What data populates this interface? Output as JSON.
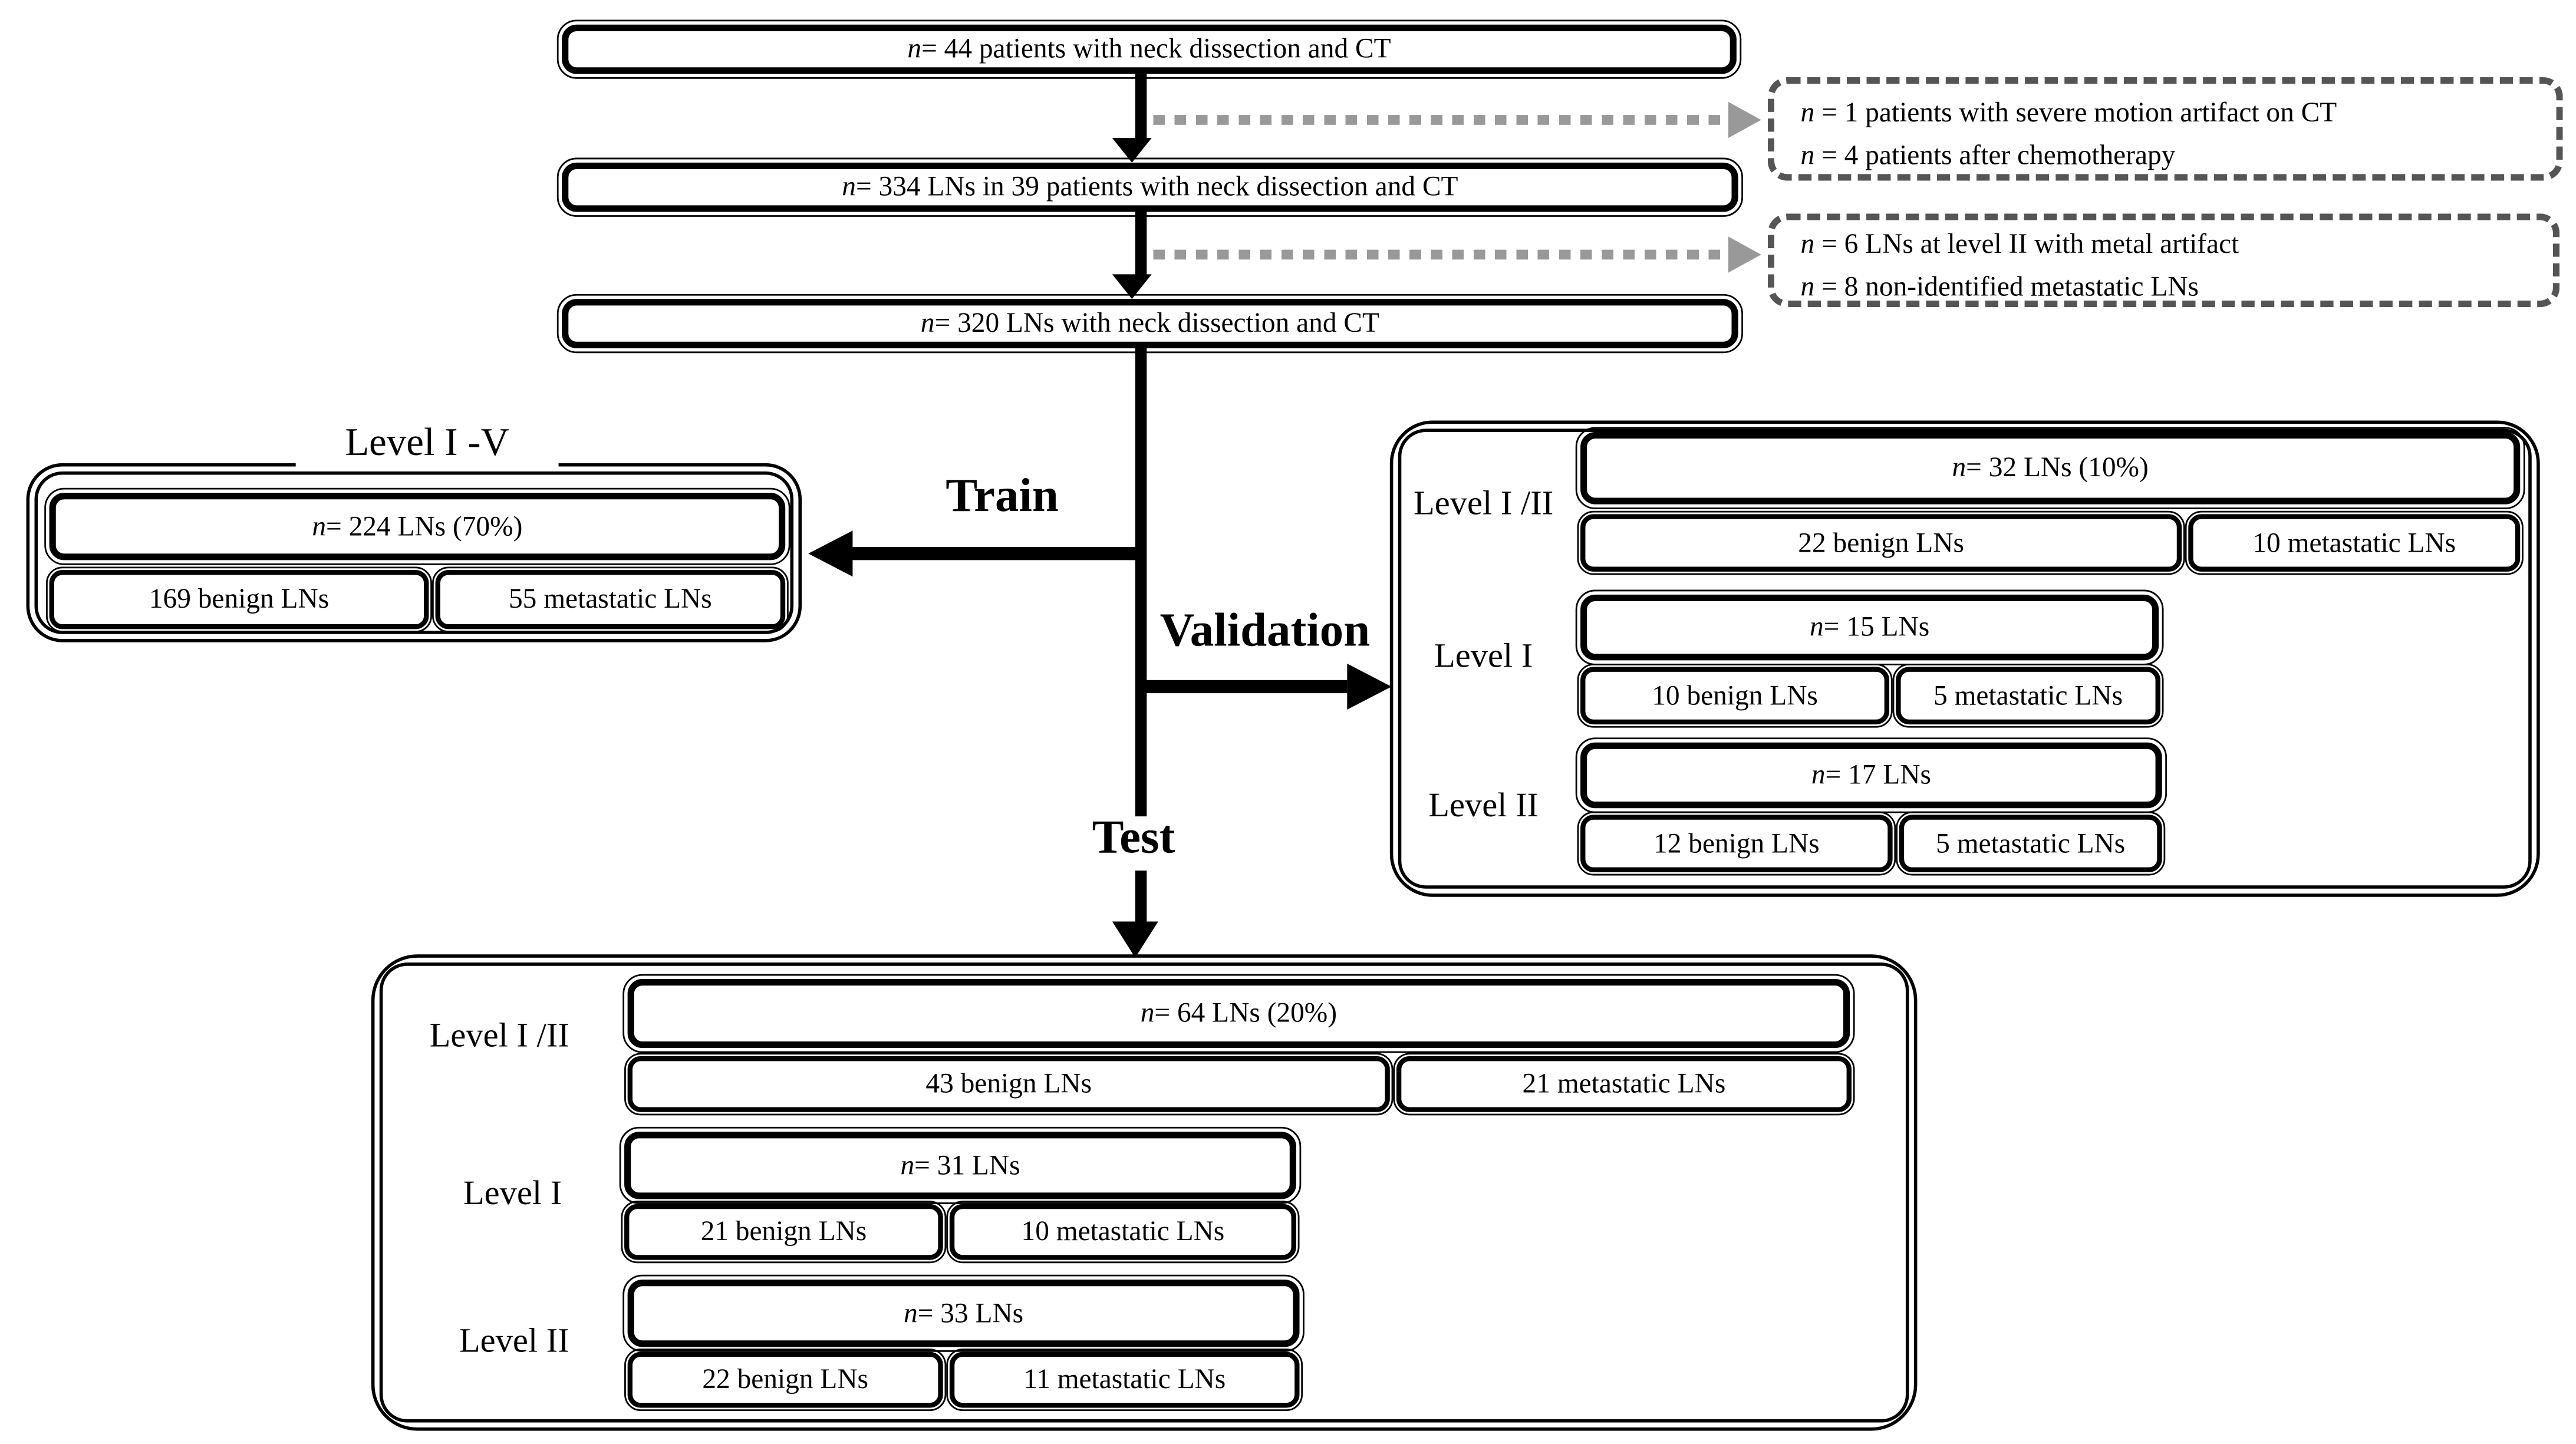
{
  "figure": {
    "colors": {
      "line": "#000000",
      "dashed_arrow": "#999999",
      "dashed_border": "#555555",
      "background": "#ffffff"
    },
    "cohort_boxes": {
      "box1": "n = 44 patients with neck dissection and CT",
      "box2": "n = 334 LNs in 39 patients with neck dissection and CT",
      "box3": "n = 320 LNs with neck dissection and CT"
    },
    "exclusions": {
      "first": {
        "line1": "n = 1 patients with severe motion artifact on CT",
        "line2": "n = 4 patients after chemotherapy"
      },
      "second": {
        "line1": "n = 6 LNs at level II with metal artifact",
        "line2": "n = 8 non-identified metastatic LNs"
      }
    },
    "branches": {
      "train": "Train",
      "validation": "Validation",
      "test": "Test"
    },
    "train_group": {
      "title": "Level I -V",
      "total": "n = 224 LNs (70%)",
      "benign": "169 benign LNs",
      "metastatic": "55 metastatic LNs"
    },
    "validation_group": {
      "rows": [
        {
          "label": "Level I /II",
          "total": "n = 32 LNs (10%)",
          "benign": "22 benign LNs",
          "metastatic": "10 metastatic LNs"
        },
        {
          "label": "Level I",
          "total": "n = 15 LNs",
          "benign": "10 benign LNs",
          "metastatic": "5 metastatic LNs"
        },
        {
          "label": "Level II",
          "total": "n = 17 LNs",
          "benign": "12 benign LNs",
          "metastatic": "5 metastatic LNs"
        }
      ]
    },
    "test_group": {
      "rows": [
        {
          "label": "Level I /II",
          "total": "n = 64 LNs (20%)",
          "benign": "43 benign LNs",
          "metastatic": "21 metastatic LNs"
        },
        {
          "label": "Level I",
          "total": "n = 31 LNs",
          "benign": "21 benign LNs",
          "metastatic": "10 metastatic LNs"
        },
        {
          "label": "Level II",
          "total": "n = 33 LNs",
          "benign": "22 benign LNs",
          "metastatic": "11 metastatic LNs"
        }
      ]
    }
  }
}
